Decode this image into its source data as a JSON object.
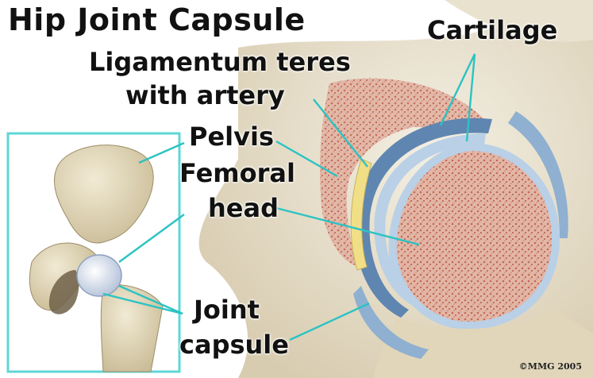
{
  "title": "Hip Joint Capsule",
  "labels": {
    "cartilage": "Cartilage",
    "ligamentum_line1": "Ligamentum teres",
    "ligamentum_line2": "with artery",
    "pelvis": "Pelvis",
    "femoral_line1": "Femoral",
    "femoral_line2": "head",
    "joint_line1": "Joint",
    "joint_line2": "capsule"
  },
  "credit": "©MMG 2005",
  "colors": {
    "leader_line": "#2bc3c3",
    "inset_border": "#5fd6d6",
    "bone": "#e3d8bb",
    "cancellous_bone": "#d9a99a",
    "cartilage": "#a8c4df",
    "capsule": "#6b8fb5",
    "ligament": "#f0df86"
  }
}
